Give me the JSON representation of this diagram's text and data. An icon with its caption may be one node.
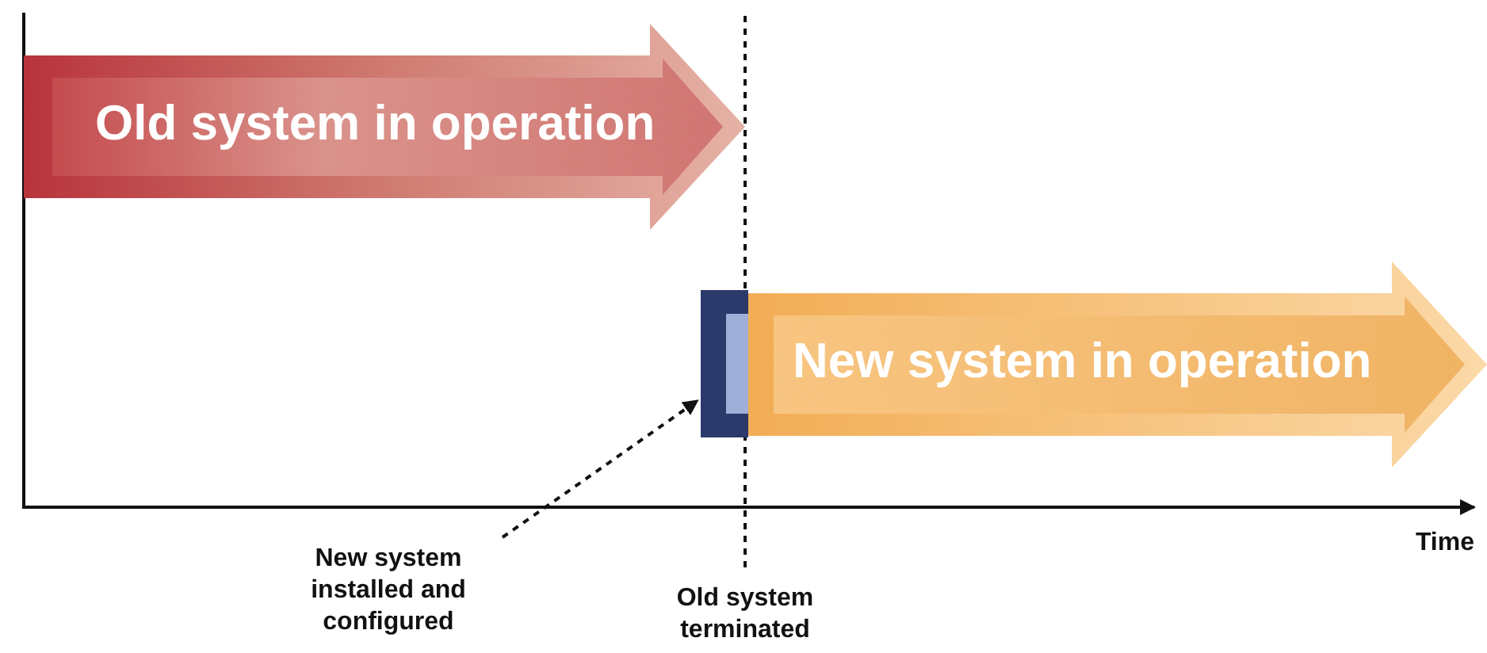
{
  "diagram": {
    "nodes": [
      {
        "text": [
          "Old system in operation"
        ]
      },
      {
        "text": [
          "New system in operation"
        ]
      },
      {
        "text": [],
        "shape": "box"
      },
      {
        "text": [
          "New system installed and configured"
        ]
      }
    ],
    "edges": [
      {
        "from": 3,
        "to": 2,
        "arrow": "to",
        "style": "dashed"
      }
    ],
    "labels": [
      "Time",
      "Old system terminated"
    ]
  }
}
